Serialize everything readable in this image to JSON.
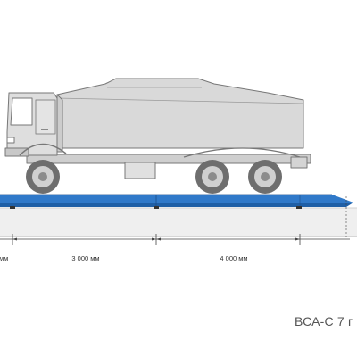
{
  "dimensions": {
    "left_partial": "мм",
    "middle": "3 000 мм",
    "right": "4 000 мм"
  },
  "model_label": "ВСА-С 7 г",
  "colors": {
    "truck_body": "#d7d7d7",
    "truck_outline": "#777777",
    "scale_top": "#2d73c2",
    "scale_side": "#1e5fa8",
    "road": "#ececec",
    "dimension_line": "#444444"
  }
}
